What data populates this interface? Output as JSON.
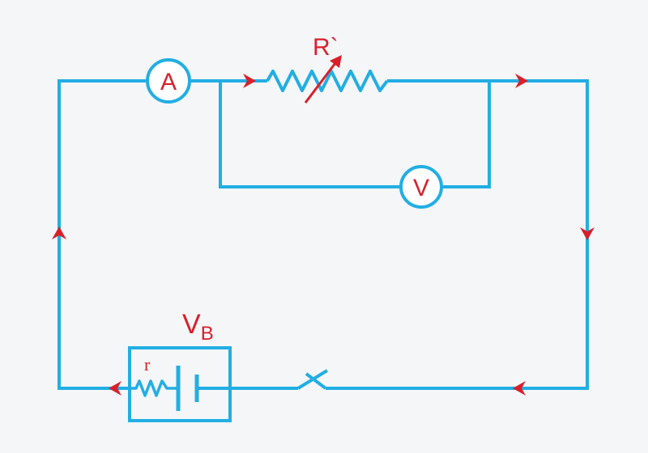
{
  "labels": {
    "ammeter": "A",
    "voltmeter": "V",
    "rheostat": "R`",
    "battery_main": "V",
    "battery_sub": "B",
    "internal_resistance": "r"
  },
  "colors": {
    "background": "#f4f6f8",
    "wire": "#22aee3",
    "label": "#d8202a",
    "arrow": "#d8202a"
  },
  "icons": {
    "ammeter": "ammeter-icon",
    "voltmeter": "voltmeter-icon",
    "rheostat": "variable-resistor-icon",
    "battery": "battery-cell-icon",
    "internal_resistance": "resistor-icon",
    "switch": "switch-icon",
    "current_direction": "arrow-icon"
  }
}
